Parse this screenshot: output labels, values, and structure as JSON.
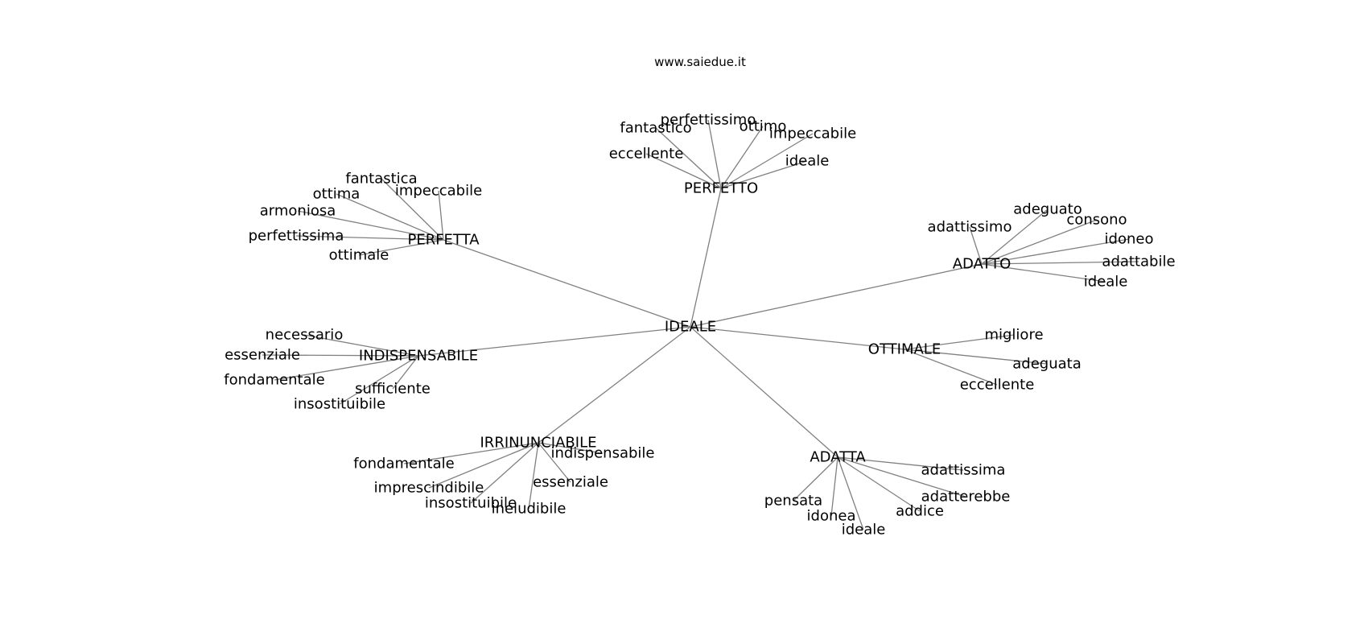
{
  "watermark": "www.saiedue.it",
  "colors": {
    "edge": "#808080",
    "text": "#000000",
    "background": "#ffffff"
  },
  "graph": {
    "root": "IDEALE",
    "hubs": [
      {
        "label": "PERFETTO",
        "leaves": [
          "fantastico",
          "perfettissimo",
          "ottimo",
          "impeccabile",
          "ideale",
          "eccellente"
        ]
      },
      {
        "label": "PERFETTA",
        "leaves": [
          "fantastica",
          "ottima",
          "impeccabile",
          "armoniosa",
          "perfettissima",
          "ottimale"
        ]
      },
      {
        "label": "ADATTO",
        "leaves": [
          "adeguato",
          "adattissimo",
          "consono",
          "idoneo",
          "adattabile",
          "ideale"
        ]
      },
      {
        "label": "INDISPENSABILE",
        "leaves": [
          "necessario",
          "essenziale",
          "fondamentale",
          "sufficiente",
          "insostituibile"
        ]
      },
      {
        "label": "OTTIMALE",
        "leaves": [
          "migliore",
          "adeguata",
          "eccellente"
        ]
      },
      {
        "label": "IRRINUNCIABILE",
        "leaves": [
          "indispensabile",
          "fondamentale",
          "imprescindibile",
          "insostituibile",
          "ineludibile",
          "essenziale"
        ]
      },
      {
        "label": "ADATTA",
        "leaves": [
          "adattissima",
          "adatterebbe",
          "addice",
          "pensata",
          "idonea",
          "ideale"
        ]
      }
    ]
  }
}
